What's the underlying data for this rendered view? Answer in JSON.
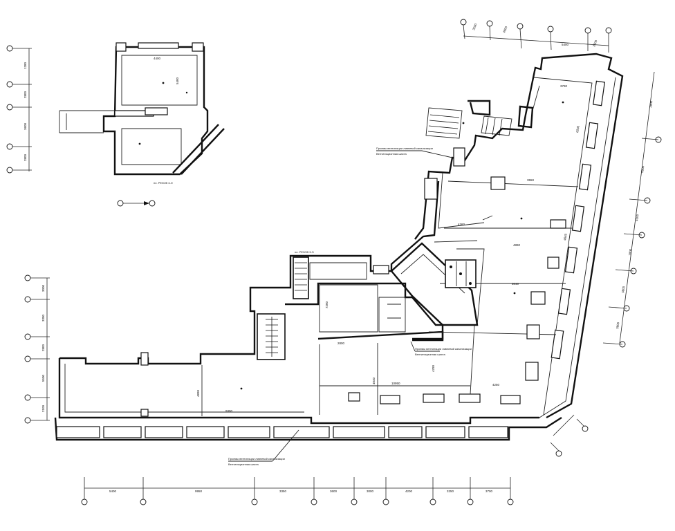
{
  "bottom_dims": [
    "5400",
    "9950",
    "3350",
    "3600",
    "3000",
    "4200",
    "3250",
    "3700"
  ],
  "left_dims": [
    "3000",
    "3300",
    "2800",
    "5500",
    "2100"
  ],
  "right_dims": [
    "3800",
    "5500",
    "4300",
    "1800",
    "3800",
    "3800"
  ],
  "top_dims": [
    "3200",
    "4800",
    "5400",
    "3600"
  ],
  "inset_dims": [
    "1280",
    "2800",
    "3600",
    "2800"
  ],
  "inset_title": "пл. РЕЗОВ 3-Э",
  "room_dims": [
    "4400",
    "5400",
    "4260",
    "3550",
    "4890",
    "6200",
    "3790",
    "4640",
    "3040",
    "4250",
    "10950",
    "4040",
    "7200",
    "4780",
    "2800",
    "9390"
  ],
  "notes": {
    "n1": "Проемы вентиляции ливневой канализации",
    "n2": "Вентиляционная шахта",
    "n3": "Проемы вентиляции ливневой канализации",
    "n4": "Вентиляционная шахта",
    "n5": "Проемы вентиляции ливневой канализации",
    "n6": "Вентиляционная шахта",
    "center_label": "пл. РЕЗОВ 3-Э"
  }
}
